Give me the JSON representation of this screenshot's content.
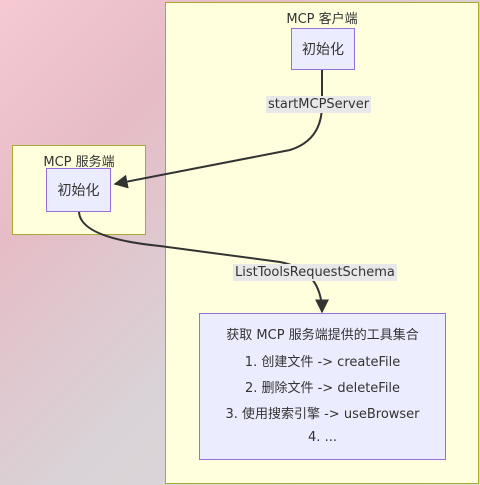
{
  "clusters": {
    "client": {
      "title": "MCP 客户端"
    },
    "server": {
      "title": "MCP 服务端"
    }
  },
  "nodes": {
    "client_init": "初始化",
    "server_init": "初始化",
    "tools": {
      "title": "获取 MCP 服务端提供的工具集合",
      "items": [
        "1. 创建文件 -> createFile",
        "2. 删除文件 -> deleteFile",
        "3. 使用搜索引擎 -> useBrowser",
        "4. ..."
      ]
    }
  },
  "edges": {
    "start": "startMCPServer",
    "list": "ListToolsRequestSchema"
  },
  "colors": {
    "cluster_fill": "#ffffde",
    "cluster_border": "#aaaa33",
    "node_fill": "#ececff",
    "node_border": "#9370db",
    "edge": "#333333"
  }
}
